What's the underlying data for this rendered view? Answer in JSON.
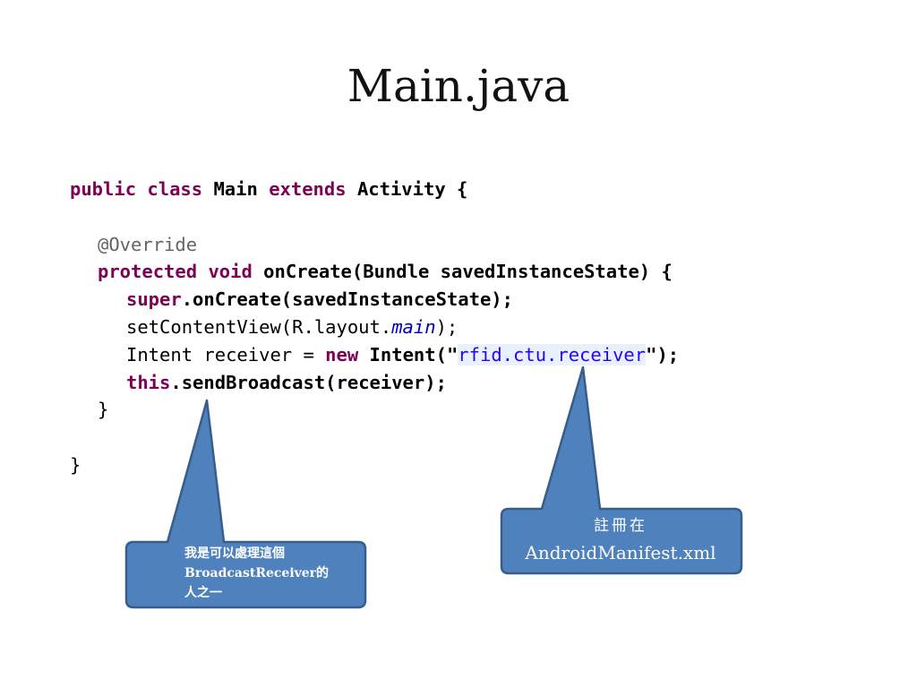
{
  "slide": {
    "title": "Main.java"
  },
  "code": {
    "line1": {
      "kw_public": "public",
      "kw_class": "class",
      "name": "Main",
      "kw_extends": "extends",
      "rest": "Activity {"
    },
    "line2": {
      "annotation": "@Override"
    },
    "line3": {
      "kw_protected": "protected",
      "kw_void": "void",
      "rest": "onCreate(Bundle savedInstanceState) {"
    },
    "line4": {
      "kw_super": "super",
      "rest": ".onCreate(savedInstanceState);"
    },
    "line5": {
      "prefix": "setContentView(R.layout.",
      "italic": "main",
      "suffix": ");"
    },
    "line6": {
      "prefix": "Intent receiver = ",
      "kw_new": "new",
      "mid": "Intent(\"",
      "string": "rfid.ctu.receiver",
      "suffix": "\");"
    },
    "line7": {
      "kw_this": "this",
      "rest": ".sendBroadcast(receiver);"
    },
    "line8": {
      "brace": "}"
    },
    "line9": {
      "brace": "}"
    }
  },
  "callouts": {
    "left": {
      "line1": "我是可以處理這個",
      "line2": "BroadcastReceiver的",
      "line3": "人之一"
    },
    "right": {
      "line1": "註冊在",
      "line2": "AndroidManifest.xml"
    },
    "fill_color": "#4f81bd",
    "border_color": "#385d8a"
  }
}
